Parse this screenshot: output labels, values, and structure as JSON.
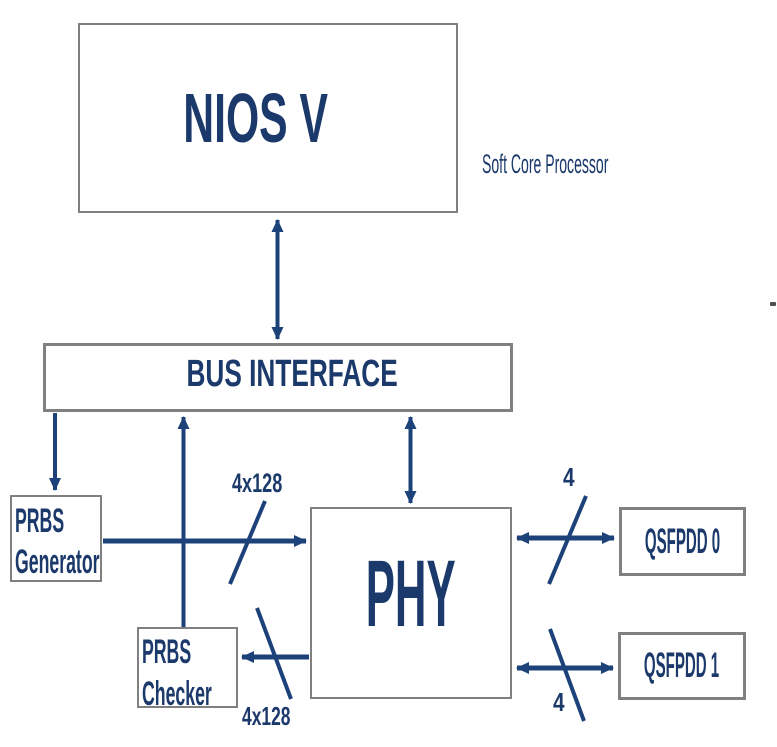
{
  "blocks": {
    "niosv": "NIOS V",
    "bus_interface": "BUS INTERFACE",
    "phy": "PHY",
    "qsfpdd0": "QSFPDD 0",
    "qsfpdd1": "QSFPDD 1",
    "prbs_generator": {
      "line1": "PRBS",
      "line2": "Generator"
    },
    "prbs_checker": {
      "line1": "PRBS",
      "line2": "Checker"
    }
  },
  "captions": {
    "niosv_caption": "Soft Core Processor"
  },
  "bus_width_labels": {
    "gen_to_phy": "4x128",
    "phy_to_checker": "4x128",
    "phy_qsfpdd0": "4",
    "phy_qsfpdd1": "4"
  },
  "colors": {
    "ink": "#1b3a6b",
    "arrow": "#1c4279",
    "border": "#808080",
    "background": "#ffffff"
  }
}
